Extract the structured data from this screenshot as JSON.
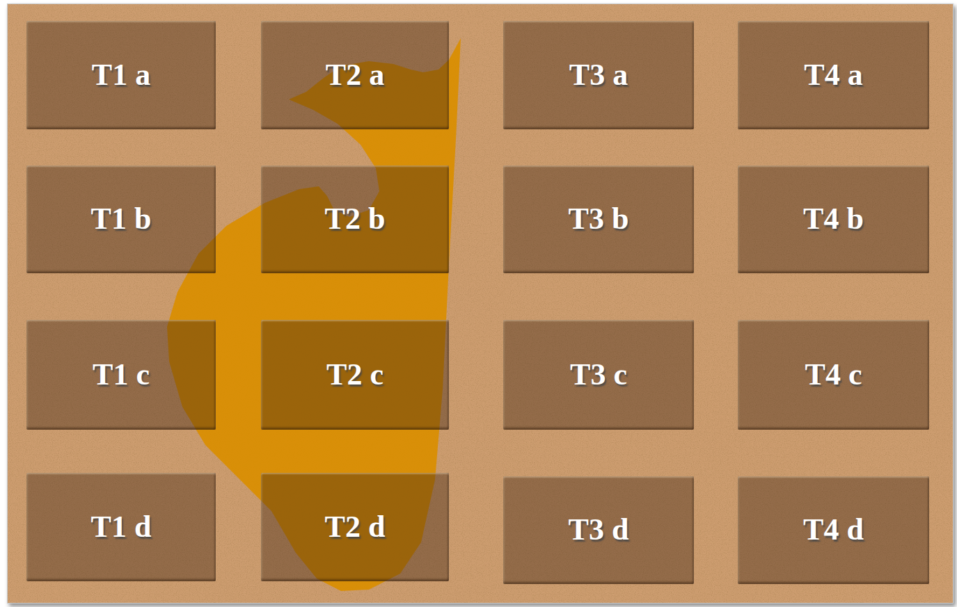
{
  "diagram": {
    "nodes": [
      {
        "text": [
          "T1 a"
        ]
      },
      {
        "text": [
          "T2 a"
        ]
      },
      {
        "text": [
          "T3 a"
        ]
      },
      {
        "text": [
          "T4 a"
        ]
      },
      {
        "text": [
          "T1 b"
        ]
      },
      {
        "text": [
          "T2 b"
        ]
      },
      {
        "text": [
          "T3 b"
        ]
      },
      {
        "text": [
          "T4 b"
        ]
      },
      {
        "text": [
          "T1 c"
        ]
      },
      {
        "text": [
          "T2 c"
        ]
      },
      {
        "text": [
          "T3 c"
        ]
      },
      {
        "text": [
          "T4 c"
        ]
      },
      {
        "text": [
          "T1 d"
        ]
      },
      {
        "text": [
          "T2 d"
        ]
      },
      {
        "text": [
          "T3 d"
        ]
      },
      {
        "text": [
          "T4 d"
        ]
      }
    ]
  }
}
